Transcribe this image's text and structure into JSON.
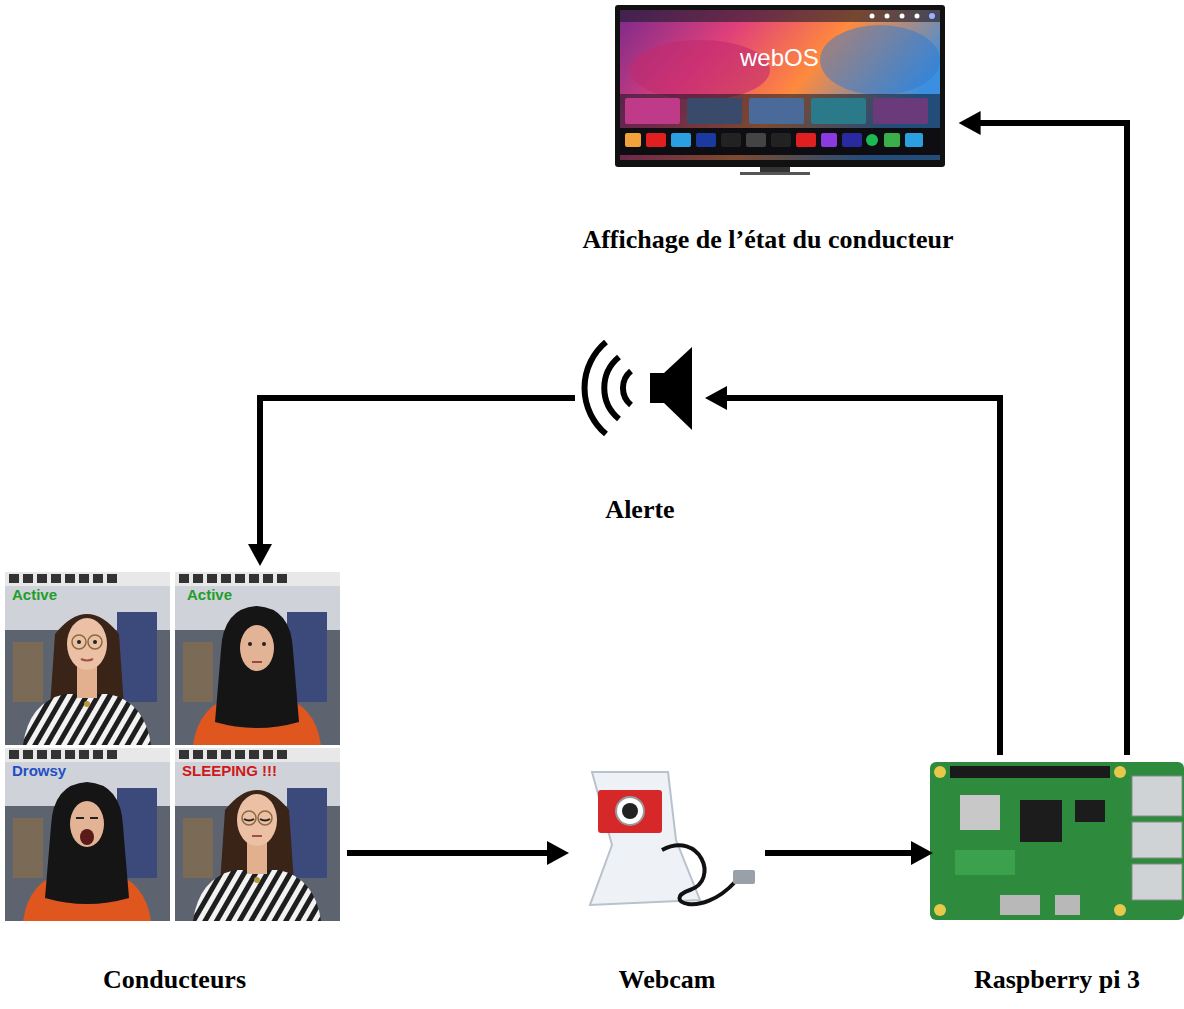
{
  "diagram": {
    "nodes": [
      {
        "text": [
          "Affichage de l’état du conducteur"
        ]
      },
      {
        "text": [
          "Alerte"
        ]
      },
      {
        "text": [
          "Conducteurs"
        ]
      },
      {
        "text": [
          "Webcam"
        ]
      },
      {
        "text": [
          "Raspberry pi 3"
        ]
      }
    ],
    "edges": [
      {
        "from": 2,
        "to": 3,
        "arrow": "to"
      },
      {
        "from": 3,
        "to": 4,
        "arrow": "to"
      },
      {
        "from": 4,
        "to": 1,
        "arrow": "to"
      },
      {
        "from": 4,
        "to": 0,
        "arrow": "to"
      },
      {
        "from": 1,
        "to": 2,
        "arrow": "to"
      }
    ],
    "labels": [
      "webOS",
      "Active",
      "Active",
      "Drowsy",
      "SLEEPING !!!"
    ]
  }
}
